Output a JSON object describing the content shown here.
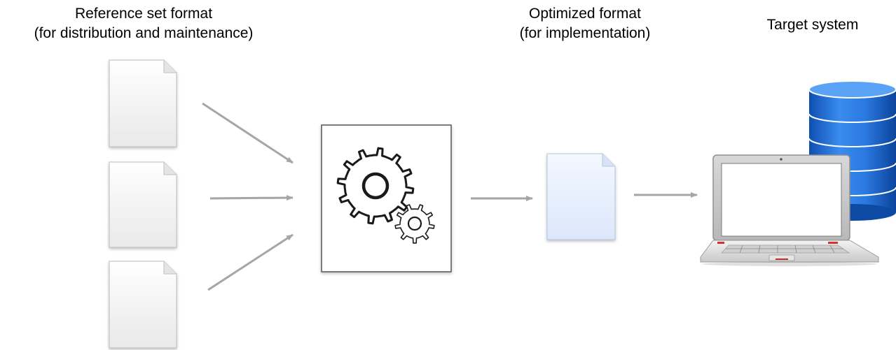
{
  "headings": {
    "reference": {
      "line1": "Reference set format",
      "line2": "(for distribution and maintenance)"
    },
    "optimized": {
      "line1": "Optimized format",
      "line2": "(for implementation)"
    },
    "target": {
      "line1": "Target system"
    }
  },
  "icons": {
    "reference_documents": [
      "document-icon",
      "document-icon",
      "document-icon"
    ],
    "processor": "gears-icon",
    "optimized_document": "document-icon",
    "target": [
      "database-icon",
      "laptop-icon"
    ]
  },
  "colors": {
    "arrow": "#a6a6a6",
    "document_fill": "#f2f2f2",
    "optimized_document_fill": "#e6efff",
    "database_blue": "#1f6fd6",
    "processor_border": "#555555"
  }
}
